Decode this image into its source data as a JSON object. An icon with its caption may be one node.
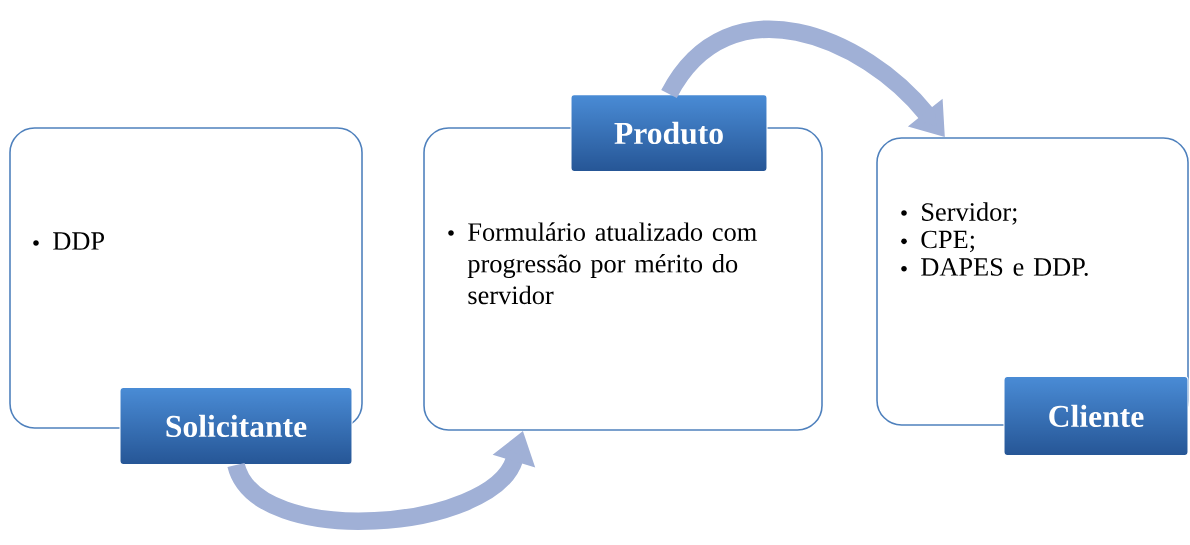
{
  "diagram": {
    "nodes": [
      {
        "text": [
          "Solicitante",
          "DDP"
        ]
      },
      {
        "text": [
          "Produto",
          "Formulário atualizado com progressão por mérito do servidor"
        ]
      },
      {
        "text": [
          "Cliente",
          "Servidor;",
          "CPE;",
          "DAPES e DDP."
        ]
      }
    ],
    "edges": [
      {
        "from": 0,
        "to": 1,
        "arrow": "to"
      },
      {
        "from": 1,
        "to": 2,
        "arrow": "to"
      }
    ]
  }
}
